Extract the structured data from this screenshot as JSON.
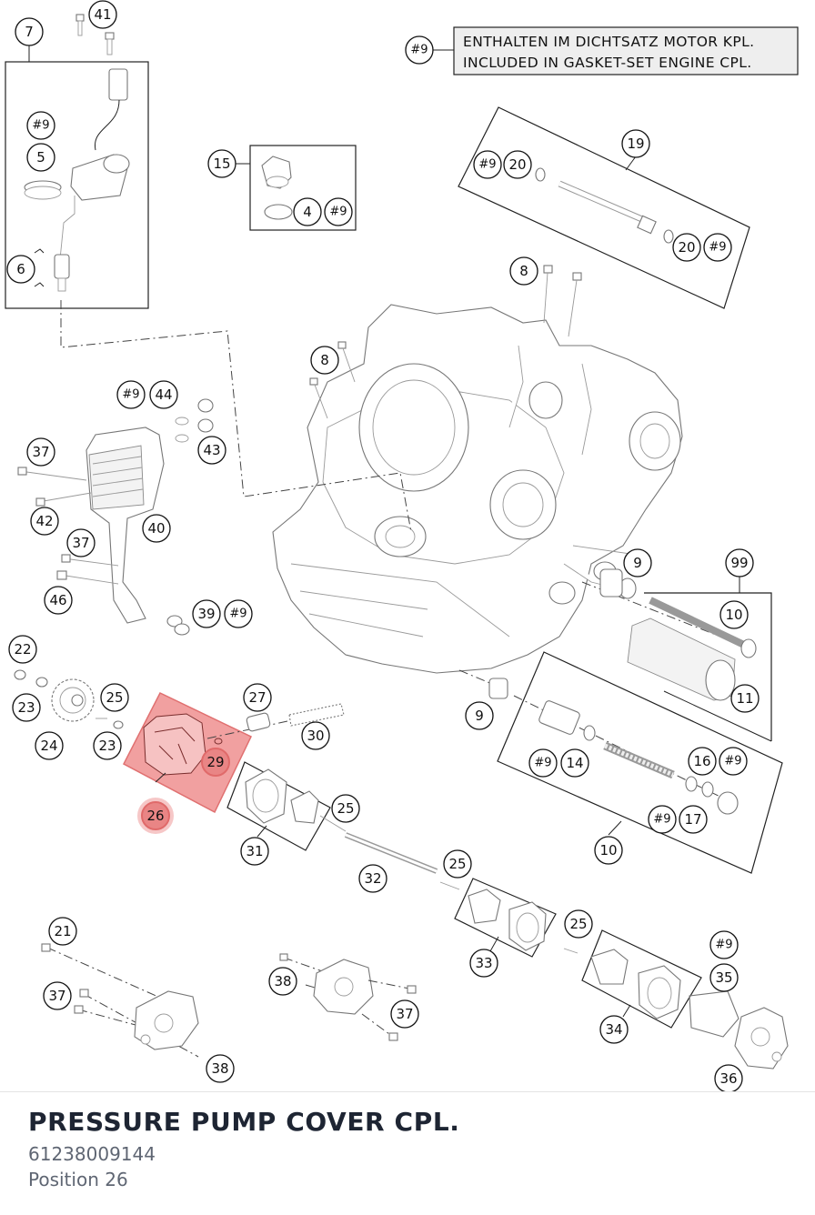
{
  "note": {
    "ref": "#9",
    "line1": "ENTHALTEN IM DICHTSATZ MOTOR KPL.",
    "line2": "INCLUDED IN GASKET-SET ENGINE CPL."
  },
  "callouts": {
    "c7": "7",
    "c41": "41",
    "c9a": "#9",
    "c5": "5",
    "c6": "6",
    "c15": "15",
    "c4": "4",
    "c9b": "#9",
    "c19": "19",
    "c9c": "#9",
    "c20a": "20",
    "c20b": "20",
    "c9d": "#9",
    "c8a": "8",
    "c8b": "8",
    "c9e": "#9",
    "c44": "44",
    "c43": "43",
    "c37a": "37",
    "c42": "42",
    "c40": "40",
    "c37b": "37",
    "c46": "46",
    "c39": "39",
    "c9f": "#9",
    "c9g": "9",
    "c99": "99",
    "c10a": "10",
    "c11": "11",
    "c22": "22",
    "c23a": "23",
    "c24": "24",
    "c25a": "25",
    "c23b": "23",
    "c27": "27",
    "c30": "30",
    "c29": "29",
    "c26": "26",
    "c9h": "9",
    "c9i": "#9",
    "c14": "14",
    "c16": "16",
    "c9j": "#9",
    "c9k": "#9",
    "c17": "17",
    "c10b": "10",
    "c25b": "25",
    "c31": "31",
    "c32": "32",
    "c25c": "25",
    "c25d": "25",
    "c33": "33",
    "c21": "21",
    "c37c": "37",
    "c38a": "38",
    "c38b": "38",
    "c37d": "37",
    "c9l": "#9",
    "c35": "35",
    "c34": "34",
    "c36": "36"
  },
  "selected": {
    "title": "PRESSURE PUMP COVER CPL.",
    "part_number": "61238009144",
    "position": "Position 26",
    "highlight_color": "#e98585"
  }
}
